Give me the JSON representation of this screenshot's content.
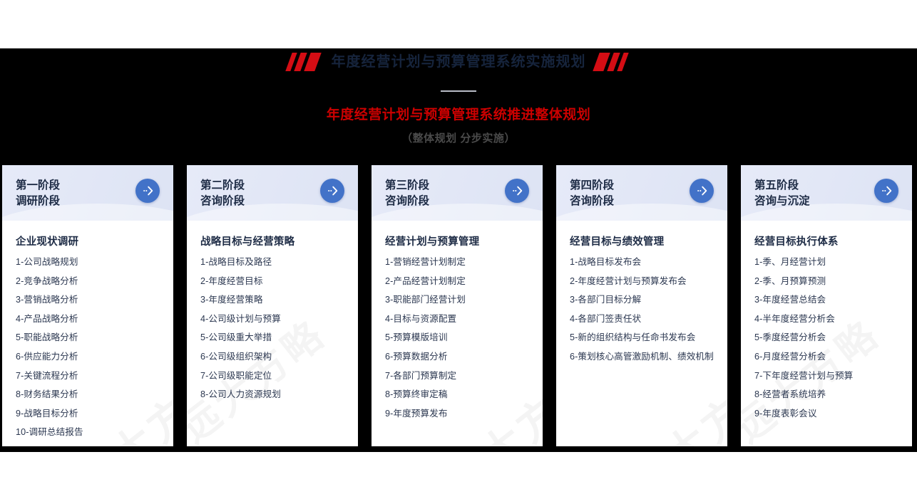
{
  "header": {
    "main_title": "年度经营计划与预算管理系统实施规划",
    "red_heading": "年度经营计划与预算管理系统推进整体规划",
    "sub_heading": "（整体规划 分步实施）",
    "accent_red": "#cc0000",
    "decor_red": "#d40d14",
    "title_color": "#16243c",
    "board_color": "#000000"
  },
  "watermark": {
    "text": "远大方略"
  },
  "cards": [
    {
      "stage": "第一阶段",
      "stage_sub": "调研阶段",
      "title": "企业现状调研",
      "items": [
        "1-公司战略规划",
        "2-竞争战略分析",
        "3-营销战略分析",
        "4-产品战略分析",
        "5-职能战略分析",
        "6-供应能力分析",
        "7-关键流程分析",
        "8-财务结果分析",
        "9-战略目标分析",
        "10-调研总结报告"
      ]
    },
    {
      "stage": "第二阶段",
      "stage_sub": "咨询阶段",
      "title": "战略目标与经营策略",
      "items": [
        "1-战略目标及路径",
        "2-年度经营目标",
        "3-年度经营策略",
        "4-公司级计划与预算",
        "5-公司级重大举措",
        "6-公司级组织架构",
        "7-公司级职能定位",
        "8-公司人力资源规划"
      ]
    },
    {
      "stage": "第三阶段",
      "stage_sub": "咨询阶段",
      "title": "经营计划与预算管理",
      "items": [
        "1-营销经营计划制定",
        "2-产品经营计划制定",
        "3-职能部门经营计划",
        "4-目标与资源配置",
        "5-预算模版培训",
        "6-预算数据分析",
        "7-各部门预算制定",
        "8-预算终审定稿",
        "9-年度预算发布"
      ]
    },
    {
      "stage": "第四阶段",
      "stage_sub": "咨询阶段",
      "title": "经营目标与绩效管理",
      "items": [
        "1-战略目标发布会",
        "2-年度经营计划与预算发布会",
        "3-各部门目标分解",
        "4-各部门签责任状",
        "5-新的组织结构与任命书发布会",
        "6-策划核心高管激励机制、绩效机制"
      ]
    },
    {
      "stage": "第五阶段",
      "stage_sub": "咨询与沉淀",
      "title": "经营目标执行体系",
      "items": [
        "1-季、月经营计划",
        "2-季、月预算预测",
        "3-年度经营总结会",
        "4-半年度经营分析会",
        "5-季度经营分析会",
        "6-月度经营分析会",
        "7-下年度经营计划与预算",
        "8-经营者系统培养",
        "9-年度表彰会议"
      ]
    }
  ],
  "icons": {
    "arrow": "chevron-right-dots"
  }
}
